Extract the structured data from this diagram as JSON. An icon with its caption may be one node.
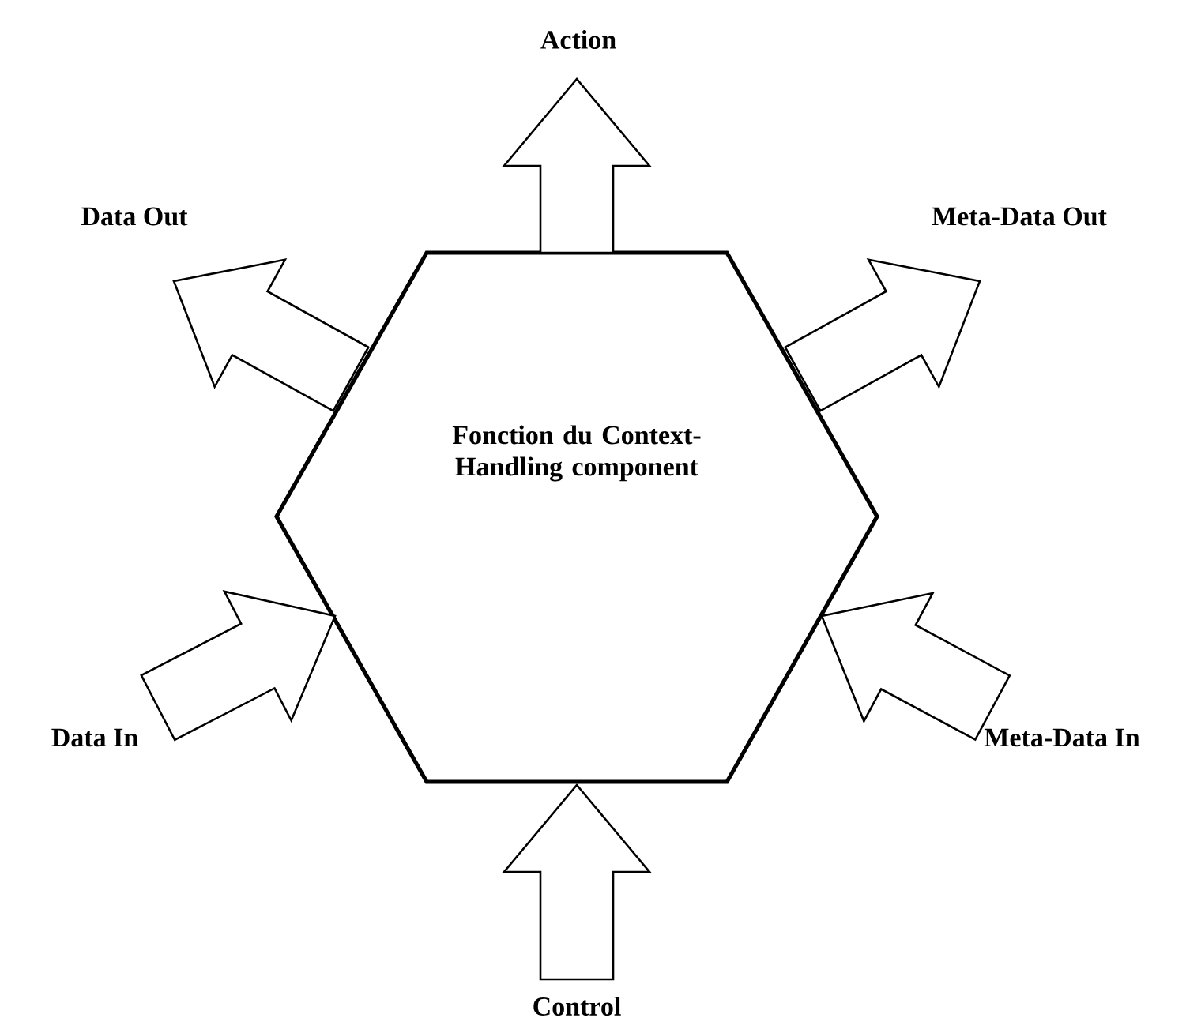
{
  "diagram": {
    "nodes": [
      {
        "text": [
          "Fonction du Context-Handling component"
        ]
      },
      {
        "text": [
          "Action"
        ]
      },
      {
        "text": [
          "Data Out"
        ]
      },
      {
        "text": [
          "Meta-Data Out"
        ]
      },
      {
        "text": [
          "Data In"
        ]
      },
      {
        "text": [
          "Meta-Data In"
        ]
      },
      {
        "text": [
          "Control"
        ]
      }
    ],
    "edges": [
      {
        "from": 0,
        "to": 1,
        "arrow": "to"
      },
      {
        "from": 0,
        "to": 2,
        "arrow": "to"
      },
      {
        "from": 0,
        "to": 3,
        "arrow": "to"
      },
      {
        "from": 4,
        "to": 0,
        "arrow": "to"
      },
      {
        "from": 5,
        "to": 0,
        "arrow": "to"
      },
      {
        "from": 6,
        "to": 0,
        "arrow": "to"
      }
    ]
  }
}
